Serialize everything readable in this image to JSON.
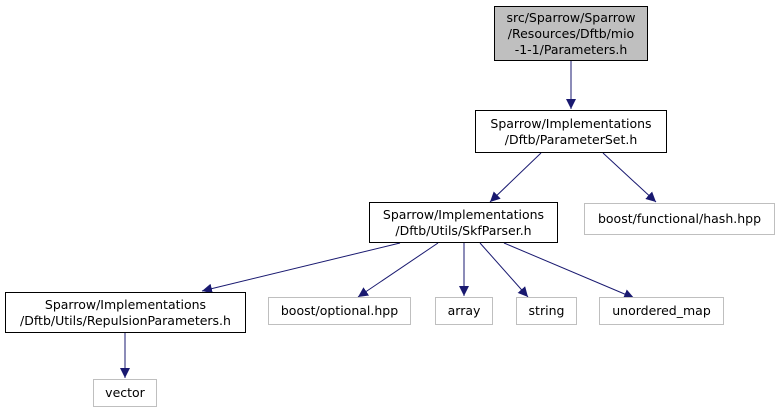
{
  "colors": {
    "edge": "#191970",
    "main_fill": "#bfbfbf",
    "documented_border": "#000000",
    "external_border": "#bfbfbf"
  },
  "nodes": {
    "parameters_h": {
      "lines": [
        "src/Sparrow/Sparrow",
        "/Resources/Dftb/mio",
        "-1-1/Parameters.h"
      ]
    },
    "parameterset_h": {
      "lines": [
        "Sparrow/Implementations",
        "/Dftb/ParameterSet.h"
      ]
    },
    "skfparser_h": {
      "lines": [
        "Sparrow/Implementations",
        "/Dftb/Utils/SkfParser.h"
      ]
    },
    "hash_hpp": {
      "lines": [
        "boost/functional/hash.hpp"
      ]
    },
    "repulsionparameters_h": {
      "lines": [
        "Sparrow/Implementations",
        "/Dftb/Utils/RepulsionParameters.h"
      ]
    },
    "optional_hpp": {
      "lines": [
        "boost/optional.hpp"
      ]
    },
    "array": {
      "lines": [
        "array"
      ]
    },
    "string": {
      "lines": [
        "string"
      ]
    },
    "unordered_map": {
      "lines": [
        "unordered_map"
      ]
    },
    "vector": {
      "lines": [
        "vector"
      ]
    }
  }
}
